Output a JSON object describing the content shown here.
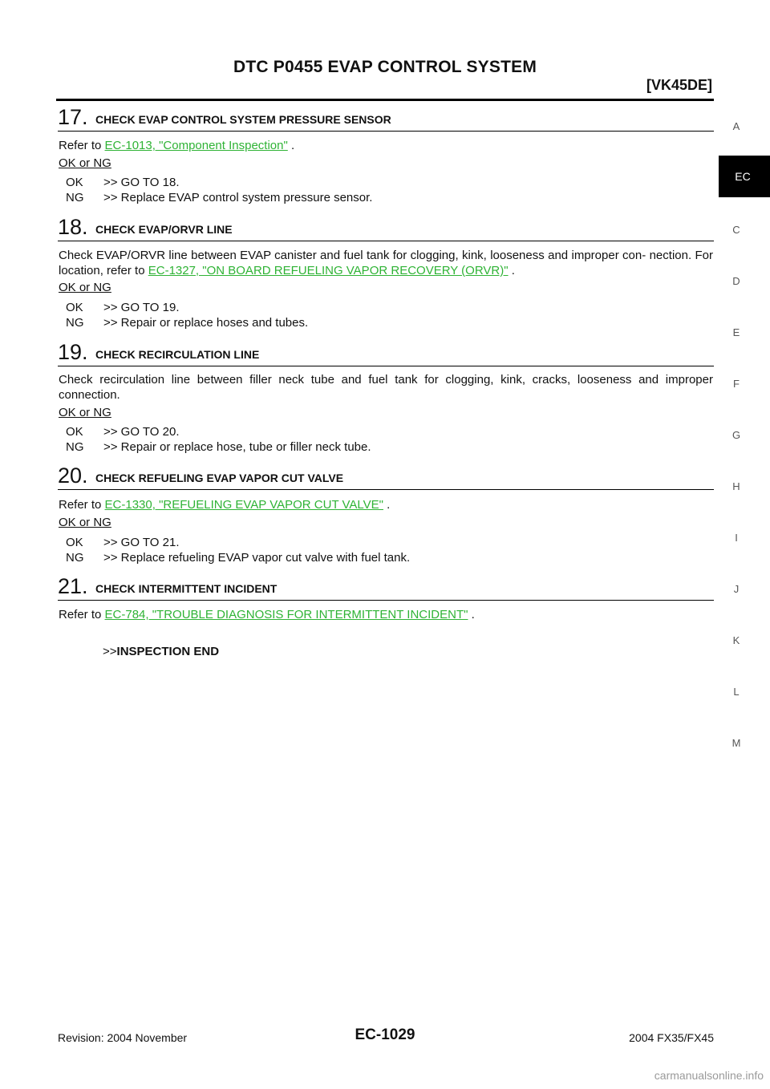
{
  "header": {
    "title": "DTC P0455 EVAP CONTROL SYSTEM",
    "engine": "[VK45DE]"
  },
  "side_index": {
    "letters": [
      "A",
      "C",
      "D",
      "E",
      "F",
      "G",
      "H",
      "I",
      "J",
      "K",
      "L",
      "M"
    ],
    "active_tab": "EC"
  },
  "steps": [
    {
      "number": "17.",
      "title": "CHECK EVAP CONTROL SYSTEM PRESSURE SENSOR",
      "text_before": "Refer to ",
      "link": "EC-1013, \"Component Inspection\"",
      "text_after": " .",
      "ok_ng_label": "OK or NG",
      "results": [
        {
          "code": "OK",
          "text": ">> GO TO 18."
        },
        {
          "code": "NG",
          "text": ">> Replace EVAP control system pressure sensor."
        }
      ]
    },
    {
      "number": "18.",
      "title": "CHECK EVAP/ORVR LINE",
      "text_before": "Check EVAP/ORVR line between EVAP canister and fuel tank for clogging, kink, looseness and improper con- nection. For location, refer to ",
      "link": "EC-1327, \"ON BOARD REFUELING VAPOR RECOVERY (ORVR)\"",
      "text_after": " .",
      "ok_ng_label": "OK or NG",
      "results": [
        {
          "code": "OK",
          "text": ">> GO TO 19."
        },
        {
          "code": "NG",
          "text": ">> Repair or replace hoses and tubes."
        }
      ]
    },
    {
      "number": "19.",
      "title": "CHECK RECIRCULATION LINE",
      "text_before": "Check recirculation line between filler neck tube and fuel tank for clogging, kink, cracks, looseness and improper connection.",
      "link": "",
      "text_after": "",
      "ok_ng_label": "OK or NG",
      "results": [
        {
          "code": "OK",
          "text": ">> GO TO 20."
        },
        {
          "code": "NG",
          "text": ">> Repair or replace hose, tube or filler neck tube."
        }
      ]
    },
    {
      "number": "20.",
      "title": "CHECK REFUELING EVAP VAPOR CUT VALVE",
      "text_before": "Refer to ",
      "link": "EC-1330, \"REFUELING EVAP VAPOR CUT VALVE\"",
      "text_after": " .",
      "ok_ng_label": "OK or NG",
      "results": [
        {
          "code": "OK",
          "text": ">> GO TO 21."
        },
        {
          "code": "NG",
          "text": ">> Replace refueling EVAP vapor cut valve with fuel tank."
        }
      ]
    },
    {
      "number": "21.",
      "title": "CHECK INTERMITTENT INCIDENT",
      "text_before": "Refer to ",
      "link": "EC-784, \"TROUBLE DIAGNOSIS FOR INTERMITTENT INCIDENT\"",
      "text_after": " .",
      "end_prefix": ">>",
      "end_text": "INSPECTION END"
    }
  ],
  "footer": {
    "revision": "Revision: 2004 November",
    "page": "EC-1029",
    "model": "2004 FX35/FX45"
  },
  "watermark": "carmanualsonline.info",
  "colors": {
    "link": "#2fb335",
    "watermark": "#9a9a9a"
  }
}
